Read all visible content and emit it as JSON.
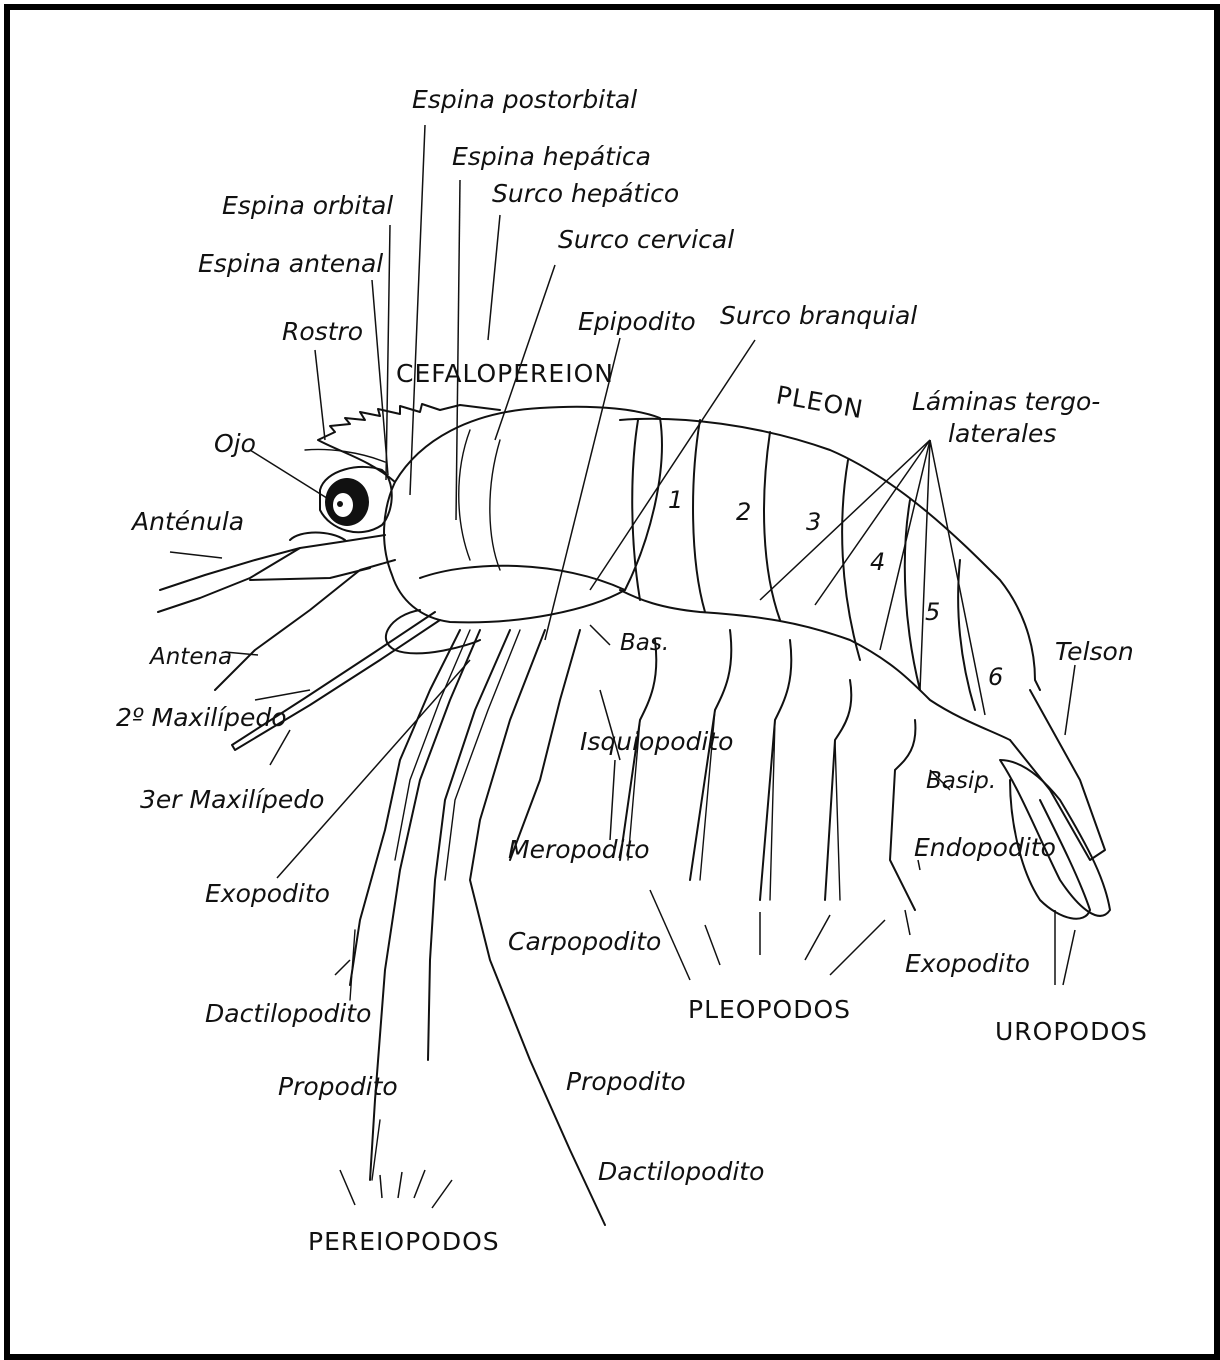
{
  "diagram": {
    "labels": {
      "espina_postorbital": "Espina postorbital",
      "espina_hepatica": "Espina hepática",
      "surco_hepatico": "Surco hepático",
      "espina_orbital": "Espina orbital",
      "surco_cervical": "Surco cervical",
      "espina_antenal": "Espina antenal",
      "epipodito": "Epipodito",
      "surco_branquial": "Surco branquial",
      "rostro": "Rostro",
      "cefalopereion": "CEFALOPEREION",
      "pleon": "PLEON",
      "laminas_line1": "Láminas tergo-",
      "laminas_line2": "laterales",
      "ojo": "Ojo",
      "antenula": "Anténula",
      "antena": "Antena",
      "maxilipedo2": "2º Maxilípedo",
      "maxilipedo3": "3er Maxilípedo",
      "bas": "Bas.",
      "isquiopodito": "Isquiopodito",
      "telson": "Telson",
      "basip": "Basip.",
      "endopodito": "Endopodito",
      "exopodito_left": "Exopodito",
      "meropodito": "Meropodito",
      "carpopodito": "Carpopodito",
      "exopodito_right": "Exopodito",
      "pleopodos": "PLEOPODOS",
      "uropodos": "UROPODOS",
      "dactilopodito_left": "Dactilopodito",
      "propodito_left": "Propodito",
      "propodito_right": "Propodito",
      "dactilopodito_right": "Dactilopodito",
      "pereiopodos": "PEREIOPODOS"
    },
    "segments": [
      "1",
      "2",
      "3",
      "4",
      "5",
      "6"
    ]
  }
}
